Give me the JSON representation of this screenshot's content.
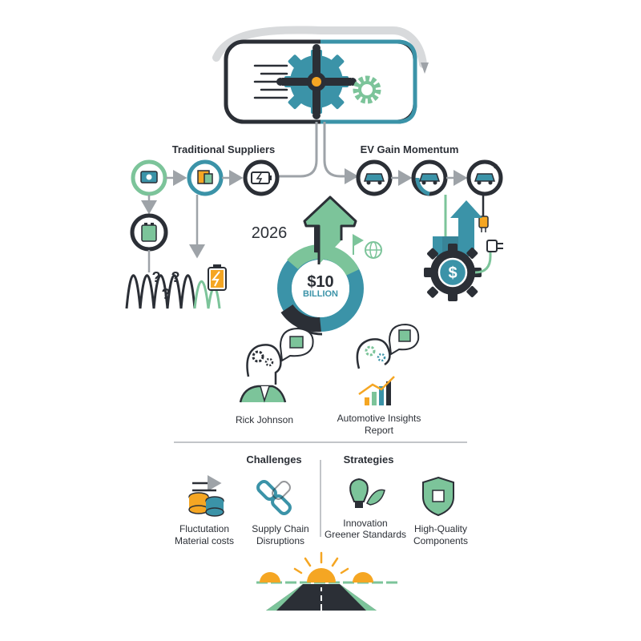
{
  "labels": {
    "traditional_suppliers": "Traditional Suppliers",
    "ev_gain_momentum": "EV Gain Momentum",
    "year": "2026",
    "amount": "$10",
    "amount_unit": "BILLION",
    "person": "Rick Johnson",
    "report_line1": "Automotive Insights",
    "report_line2": "Report",
    "challenges": "Challenges",
    "strategies": "Strategies",
    "challenge1_line1": "Fluctutation",
    "challenge1_line2": "Material costs",
    "challenge2_line1": "Supply Chain",
    "challenge2_line2": "Disruptions",
    "strategy1_line1": "Innovation",
    "strategy1_line2": "Greener Standards",
    "strategy2_line1": "High-Quality",
    "strategy2_line2": "Components",
    "question_marks": "? ? ?"
  },
  "colors": {
    "dark": "#2b2f36",
    "teal": "#3b93a8",
    "green": "#7cc49a",
    "grey": "#9ea3a8",
    "orange": "#f5a623"
  }
}
